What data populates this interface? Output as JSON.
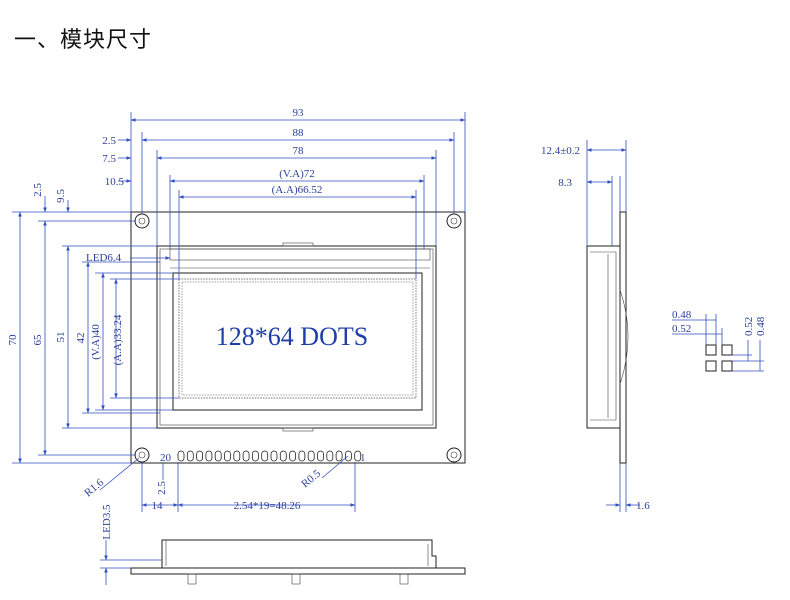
{
  "title": "一、模块尺寸",
  "front_view": {
    "display_text": "128*64 DOTS",
    "dims_horizontal": {
      "overall_width": "93",
      "hole_spacing_width": "88",
      "bezel_width": "78",
      "va_width": "(V.A)72",
      "aa_width": "(A.A)66.52",
      "offset_2_5": "2.5",
      "offset_7_5": "7.5",
      "offset_10_5": "10.5",
      "led_offset": "LED6.4",
      "pin1_offset": "14",
      "pin_pitch": "2.54*19=48.26"
    },
    "dims_vertical": {
      "overall_height": "70",
      "hole_spacing_height": "65",
      "bezel_height": "51",
      "inner_height": "42",
      "va_height": "(V.A)40",
      "aa_height": "(A.A)33.24",
      "offset_2_5": "2.5",
      "offset_9_5": "9.5",
      "pin_row_offset": "2.5",
      "led_height": "LED3.5"
    },
    "radii": {
      "hole_radius": "R1.6",
      "pin_radius": "R0.5"
    },
    "pin_labels": {
      "first": "20",
      "last": "1"
    }
  },
  "side_view": {
    "total_thickness": "12.4±0.2",
    "lcd_thickness": "8.3",
    "pcb_thickness": "1.6"
  },
  "pixel_detail": {
    "width_pixel": "0.48",
    "width_pitch": "0.52",
    "height_pitch": "0.52",
    "height_pixel": "0.48"
  }
}
